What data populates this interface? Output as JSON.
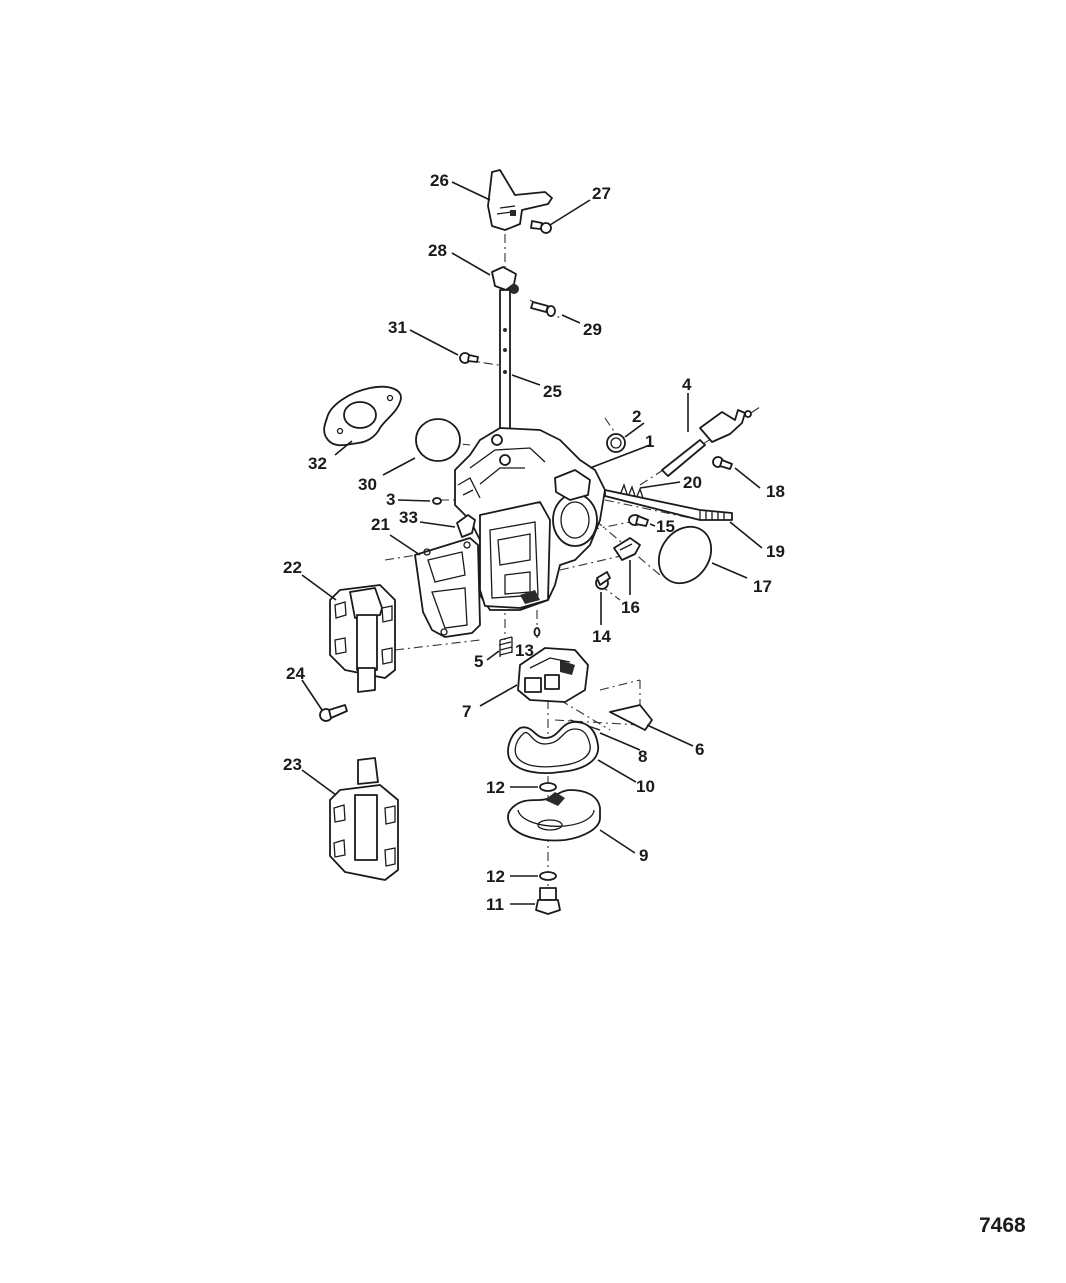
{
  "figure_number": "7468",
  "callouts": [
    {
      "id": "c1",
      "label": "1"
    },
    {
      "id": "c2",
      "label": "2"
    },
    {
      "id": "c3",
      "label": "3"
    },
    {
      "id": "c4",
      "label": "4"
    },
    {
      "id": "c5",
      "label": "5"
    },
    {
      "id": "c6",
      "label": "6"
    },
    {
      "id": "c7",
      "label": "7"
    },
    {
      "id": "c8",
      "label": "8"
    },
    {
      "id": "c9",
      "label": "9"
    },
    {
      "id": "c10",
      "label": "10"
    },
    {
      "id": "c11",
      "label": "11"
    },
    {
      "id": "c12a",
      "label": "12"
    },
    {
      "id": "c12b",
      "label": "12"
    },
    {
      "id": "c13",
      "label": "13"
    },
    {
      "id": "c14",
      "label": "14"
    },
    {
      "id": "c15",
      "label": "15"
    },
    {
      "id": "c16",
      "label": "16"
    },
    {
      "id": "c17",
      "label": "17"
    },
    {
      "id": "c18",
      "label": "18"
    },
    {
      "id": "c19",
      "label": "19"
    },
    {
      "id": "c20",
      "label": "20"
    },
    {
      "id": "c21",
      "label": "21"
    },
    {
      "id": "c22",
      "label": "22"
    },
    {
      "id": "c23",
      "label": "23"
    },
    {
      "id": "c24",
      "label": "24"
    },
    {
      "id": "c25",
      "label": "25"
    },
    {
      "id": "c26",
      "label": "26"
    },
    {
      "id": "c27",
      "label": "27"
    },
    {
      "id": "c28",
      "label": "28"
    },
    {
      "id": "c29",
      "label": "29"
    },
    {
      "id": "c30",
      "label": "30"
    },
    {
      "id": "c31",
      "label": "31"
    },
    {
      "id": "c32",
      "label": "32"
    },
    {
      "id": "c33",
      "label": "33"
    }
  ]
}
